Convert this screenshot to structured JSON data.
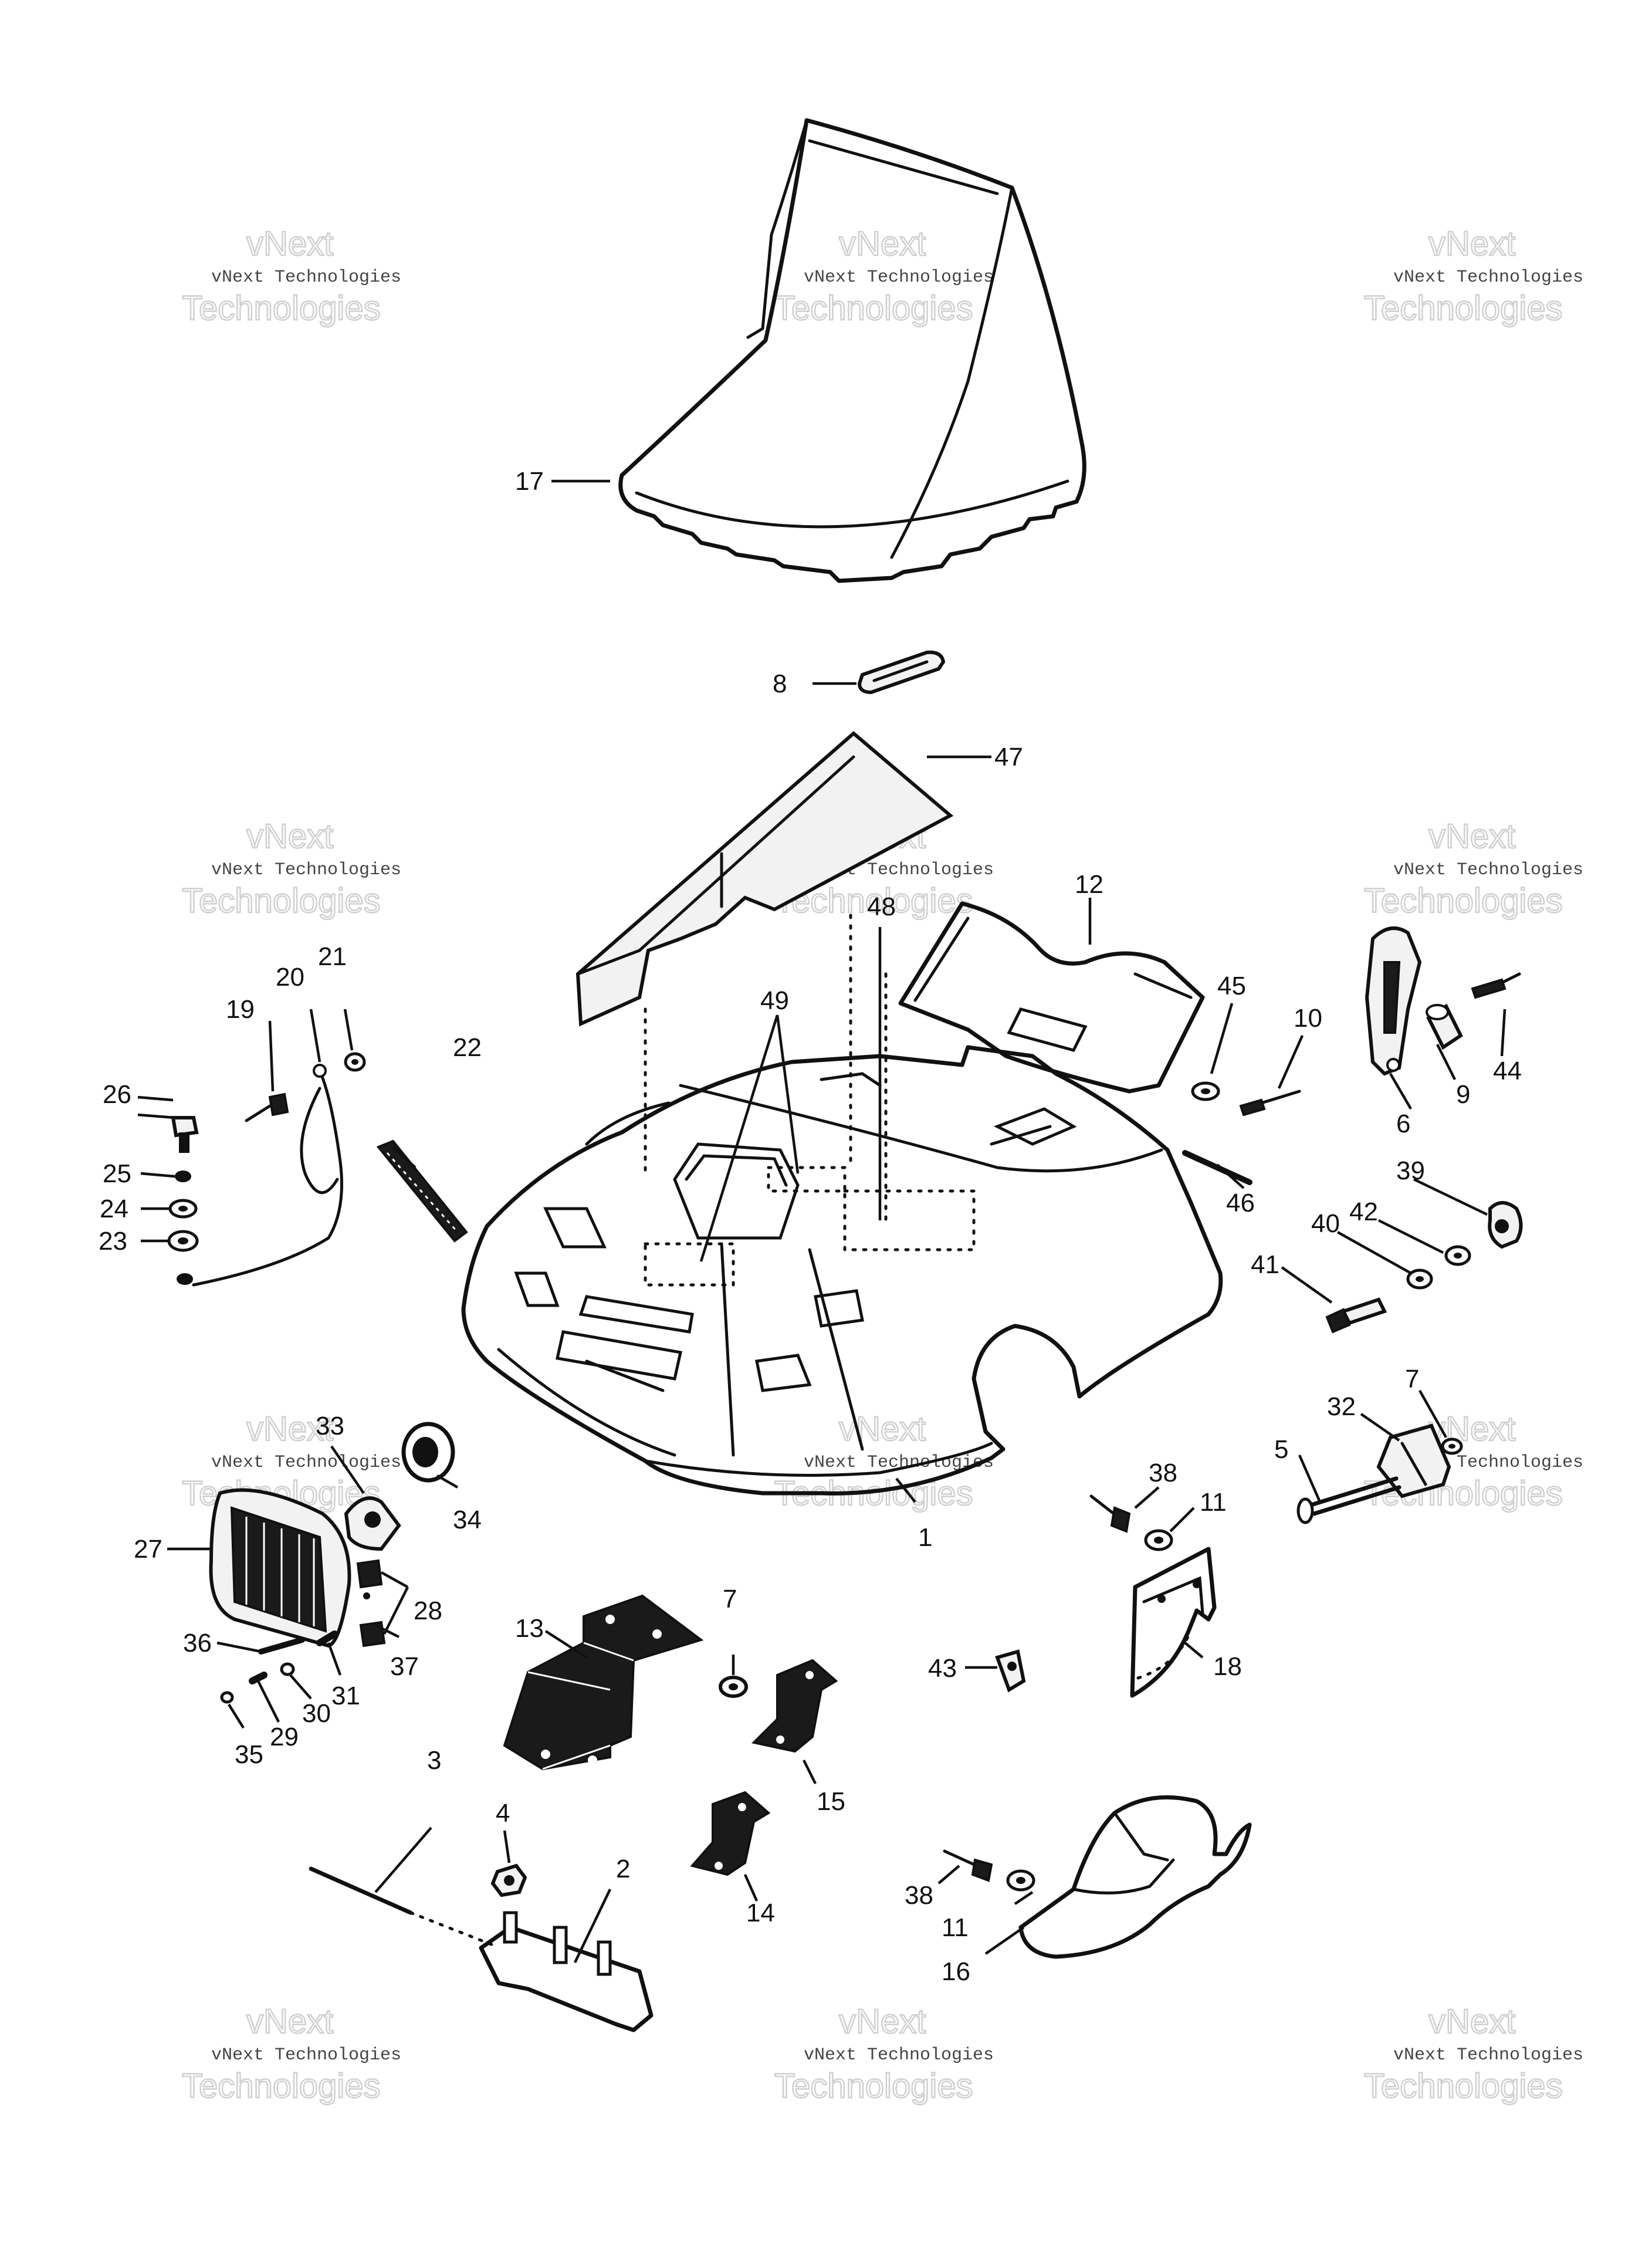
{
  "watermark": {
    "line1": "vNext",
    "line2": "vNext Technologies",
    "line3": "Technologies"
  },
  "callouts": {
    "c1": "1",
    "c2": "2",
    "c3": "3",
    "c4": "4",
    "c5": "5",
    "c6": "6",
    "c7a": "7",
    "c7b": "7",
    "c8": "8",
    "c9": "9",
    "c10": "10",
    "c11a": "11",
    "c11b": "11",
    "c12": "12",
    "c13": "13",
    "c14": "14",
    "c15": "15",
    "c16": "16",
    "c17": "17",
    "c18": "18",
    "c19": "19",
    "c20": "20",
    "c21": "21",
    "c22": "22",
    "c23": "23",
    "c24": "24",
    "c25": "25",
    "c26": "26",
    "c27": "27",
    "c28": "28",
    "c29": "29",
    "c30": "30",
    "c31": "31",
    "c32": "32",
    "c33": "33",
    "c34": "34",
    "c35": "35",
    "c36": "36",
    "c37": "37",
    "c38a": "38",
    "c38b": "38",
    "c39": "39",
    "c40": "40",
    "c41": "41",
    "c42": "42",
    "c43": "43",
    "c44": "44",
    "c45": "45",
    "c46": "46",
    "c47": "47",
    "c48": "48",
    "c49": "49"
  }
}
